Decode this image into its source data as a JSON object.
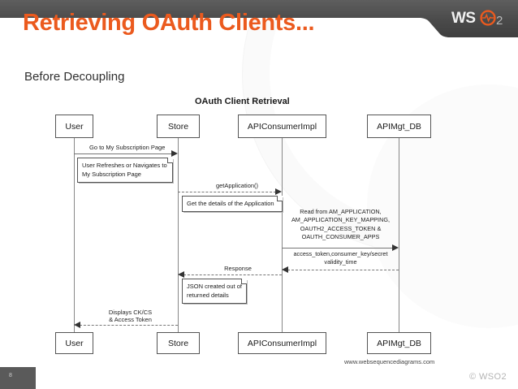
{
  "slide": {
    "title": "Retrieving OAuth Clients...",
    "subtitle": "Before Decoupling",
    "slide_number": "8",
    "copyright": "© WSO2",
    "accent_color": "#eb5a1e",
    "header_color": "#4d4d4d"
  },
  "logo": {
    "name": "wso2-logo",
    "text_ws": "WS",
    "text_o": "O",
    "text_2": "2",
    "color_ws": "#ffffff",
    "color_o": "#eb5a1e",
    "color_2": "#b9b9b9"
  },
  "diagram": {
    "title": "OAuth Client Retrieval",
    "credit": "www.websequencediagrams.com",
    "participants": [
      {
        "label": "User"
      },
      {
        "label": "Store"
      },
      {
        "label": "APIConsumerImpl"
      },
      {
        "label": "APIMgt_DB"
      }
    ],
    "messages": [
      {
        "label": "Go to My Subscription Page",
        "from": "User",
        "to": "Store",
        "style": "solid"
      },
      {
        "label": "getApplication()",
        "from": "Store",
        "to": "APIConsumerImpl",
        "style": "dashed"
      },
      {
        "label": "Read from AM_APPLICATION, AM_APPLICATION_KEY_MAPPING, OAUTH2_ACCESS_TOKEN & OAUTH_CONSUMER_APPS",
        "from": "APIConsumerImpl",
        "to": "APIMgt_DB",
        "style": "solid"
      },
      {
        "label": "access_token,consumer_key/secret validity_time",
        "from": "APIMgt_DB",
        "to": "APIConsumerImpl",
        "style": "dashed"
      },
      {
        "label": "Response",
        "from": "APIConsumerImpl",
        "to": "Store",
        "style": "dashed"
      },
      {
        "label": "Displays CK/CS & Access Token",
        "from": "Store",
        "to": "User",
        "style": "dashed"
      }
    ],
    "db_query_lines": [
      "Read from AM_APPLICATION,",
      "AM_APPLICATION_KEY_MAPPING,",
      "OAUTH2_ACCESS_TOKEN &",
      "OAUTH_CONSUMER_APPS"
    ],
    "db_response_lines": [
      "access_token,consumer_key/secret",
      "validity_time"
    ],
    "displays_lines": [
      "Displays CK/CS",
      "& Access Token"
    ],
    "notes": [
      {
        "lines": [
          "User Refreshes or Navigates to",
          "My Subscription Page"
        ]
      },
      {
        "lines": [
          "Get the details of the Application"
        ]
      },
      {
        "lines": [
          "JSON created out of",
          "returned details"
        ]
      }
    ]
  }
}
